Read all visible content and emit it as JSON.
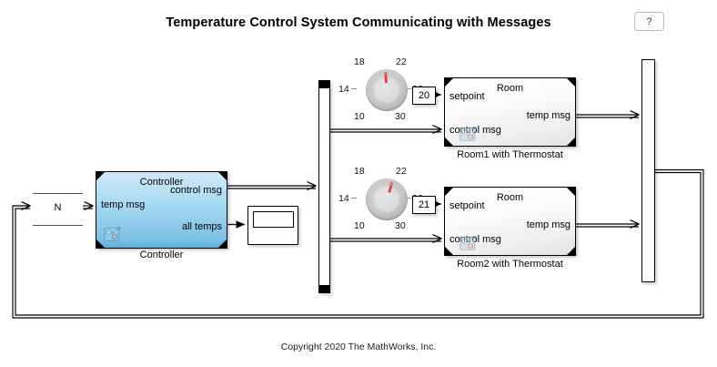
{
  "page": {
    "title": "Temperature Control System Communicating with Messages",
    "copyright": "Copyright 2020 The MathWorks, Inc.",
    "help_label": "?",
    "background": "#ffffff",
    "line_color": "#000000"
  },
  "blocks": {
    "source": {
      "label": "N",
      "name": "n-block"
    },
    "controller": {
      "title": "Controller",
      "caption": "Controller",
      "inputs": [
        "temp msg"
      ],
      "outputs": [
        "control msg",
        "all temps"
      ],
      "fill_top": "#cfeafa",
      "fill_bottom": "#5fb0dc",
      "icon": "stateflow-chart-icon"
    },
    "scope": {
      "name": "scope-block"
    },
    "demux": {
      "name": "demux-block"
    },
    "mux": {
      "name": "mux-block"
    },
    "room1": {
      "title": "Room",
      "caption": "Room1 with Thermostat",
      "inputs": [
        "setpoint",
        "control msg"
      ],
      "outputs": [
        "temp msg"
      ],
      "icon": "stateflow-chart-icon"
    },
    "room2": {
      "title": "Room",
      "caption": "Room2 with Thermostat",
      "inputs": [
        "setpoint",
        "control msg"
      ],
      "outputs": [
        "temp msg"
      ],
      "icon": "stateflow-chart-icon"
    }
  },
  "knobs": [
    {
      "name": "setpoint-knob-room1",
      "value": "20",
      "needle_angle_deg": -6,
      "tick_labels": [
        "18",
        "22",
        "14",
        "26",
        "10",
        "30"
      ],
      "needle_color": "#e8443f"
    },
    {
      "name": "setpoint-knob-room2",
      "value": "21",
      "needle_angle_deg": 16,
      "tick_labels": [
        "18",
        "22",
        "14",
        "26",
        "10",
        "30"
      ],
      "needle_color": "#e8443f"
    }
  ]
}
